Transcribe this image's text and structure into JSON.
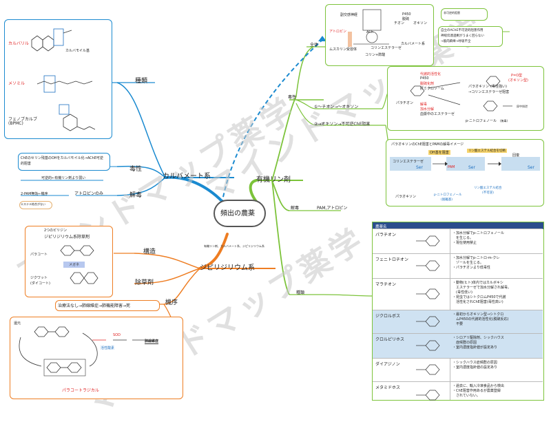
{
  "center": {
    "label": "頻出の農薬"
  },
  "watermark": "マインドマップ薬学",
  "footnote": "有機リン剤、カルバメート系、ジピリジリウム系",
  "carbamate": {
    "branch": "カルバメート系",
    "types_label": "種類",
    "toxicity_label": "毒性",
    "antidote_label": "解毒",
    "compounds": {
      "carbaryl": "カルバリル",
      "carbamoyl": "カルバモイル基",
      "methomyl": "メソミル",
      "fenobucarb": "フェノブカルブ",
      "bpmc": "(BPMC)"
    },
    "toxicity_box": "ChEのセリン残基のOHをカルバモイル化→AChE可逆的阻害",
    "toxicity_note": "可逆的←有機リン剤より弱い",
    "antidote_atropine": "アトロピンのみ",
    "antidote_pam": "2-PAM無効←機序",
    "antidote_small": "エステル結合がない"
  },
  "dipyridylium": {
    "branch": "ジピリジリウム系",
    "structure_label": "構造",
    "herbicide_label": "除草剤",
    "mechanism_label": "機序",
    "title_small": "2つのピリジン",
    "title": "ジピリジリウム系除草剤",
    "paraquat": "パラコート",
    "diquat": "ジクワット",
    "diquat2": "(ダイコート)",
    "megane": "メガネ",
    "treatment": "治療法なし→肺線維症→肺機能障害→死",
    "reduction": "還元",
    "sod": "SOD",
    "active_oxygen": "活性酸素",
    "fibrosis": "肺線維症",
    "paraquat_radical": "パラコートラジカル"
  },
  "op": {
    "branch": "有機リン剤",
    "toxicity_label": "毒性",
    "overall_label": "全体",
    "route1": "①〜チオン→〜オキソン",
    "route2": "②→オキソン→不可逆ChE阻害",
    "antidote_label": "解毒",
    "antidote": "PAM,アトロピン",
    "types_label": "種類",
    "summary_box": "自立のAChE不可逆的阻害作用\n神経伝達過剰がうまく回らない\n→筋肉麻痺→呼吸不全",
    "summary_note": "非可逆的阻害",
    "synapse": {
      "nerve": "副交感神経",
      "ach": "ACh",
      "atropine": "アトロピン",
      "receptor": "ムスカリン受容体",
      "che": "コリンエステラーゼ",
      "choline": "コリン+酢酸",
      "p450": "P450",
      "desulfur": "脱硫",
      "thion": "チオン",
      "oxon": "オキソン",
      "carbamate": "カルバメート系"
    },
    "metab": {
      "title": "代謝的活性化",
      "p450": "P450",
      "desulfur": "脱硫化剤",
      "microsome": "肝ミクロソーム",
      "parathion": "パラチオン",
      "paraoxon": "パラオキソン",
      "paraoxon_note": "(毒性強い)",
      "p_o_type": "P=O型",
      "oxon_type": "(オキソン型)",
      "inhibit": "→コリンエステラーゼ阻害",
      "hydrolysis": "解毒",
      "hydrolysis2": "加水分解",
      "esterase": "血漿中のエステラーゼ",
      "nitrophenol": "p-ニトロフェノール",
      "nitrophenol_note": "(無毒)",
      "excretion": "尿中排泄"
    },
    "pam": {
      "title": "パラオキソンのChE阻害とPAMの解毒イメージ",
      "oh_attack": "OH基を阻害",
      "ester_bond": "リン酸エステル結合を切断",
      "esterase": "コリンエステラーゼ",
      "ser": "Ser",
      "pam_label": "PAM",
      "recovery": "回復",
      "paraoxon": "パラオキソン",
      "nitrophenol": "p-ニトロフェノール",
      "nitrophenol2": "(脱離基)",
      "phosphate": "リン酸エステル結合",
      "phosphate2": "(不可逆)"
    }
  },
  "table": {
    "header": "農薬名",
    "rows": [
      {
        "name": "パラチオン",
        "desc": [
          "・加水分解でp-ニトロフェノール",
          "　を生じる。",
          "・現在使用禁止"
        ]
      },
      {
        "name": "フェニトロチオン",
        "desc": [
          "・加水分解でp-ニトロ-m-クレ",
          "　ゾールを生じる。",
          "・パラチオンより低毒性"
        ]
      },
      {
        "name": "マラチオン",
        "desc": [
          "・動物(ヒト)体内ではカルボキシ",
          "　エステラーゼで加水分解され解毒。",
          "　(毒性低い)",
          "・昆虫ではシトクロムP450で代謝",
          "　活性化されChE阻害(毒性高い)"
        ]
      },
      {
        "name": "ジクロルボス",
        "desc": [
          "・最初からオキソン型→シトクロ",
          "　ムP450の代謝的活性化(脱硫反応)",
          "　不要"
        ]
      },
      {
        "name": "クロルピリホス",
        "desc": [
          "・シロアリ駆除剤、シックハウス",
          "　症候群の原因",
          "・室内濃度指針値が設定あり"
        ]
      },
      {
        "name": "ダイアジノン",
        "desc": [
          "・シックハウス症候群の原因",
          "・室内濃度指針値の設定あり"
        ]
      },
      {
        "name": "メタミドホス",
        "desc": [
          "・過去に、輸入冷凍食品から検出",
          "・ChE阻害作用あるが農薬登録",
          "　されていない。"
        ]
      }
    ]
  },
  "colors": {
    "blue": "#1a8ad0",
    "green": "#7cc33a",
    "orange": "#ee7d22",
    "dark": "#333333",
    "table_header": "#2a4d8c"
  }
}
